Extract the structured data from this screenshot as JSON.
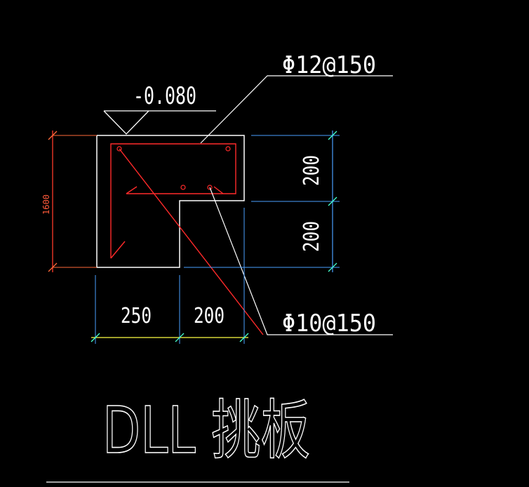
{
  "labels": {
    "elevation": "-0.080",
    "top_rebar": "Φ12@150",
    "bottom_rebar": "Φ10@150",
    "dim_height_total": "1600",
    "dim_upper": "200",
    "dim_lower": "200",
    "dim_left_width": "250",
    "dim_right_width": "200",
    "title": "DLL 挑板"
  },
  "colors": {
    "background": "#000000",
    "outline": "#ffffff",
    "rebar": "#ff2a2a",
    "dim_vertical": "#ff6a3a",
    "dim_horizontal": "#ffff44",
    "dim_extension": "#4aa0ff",
    "dim_ticks": "#44ffcc"
  }
}
